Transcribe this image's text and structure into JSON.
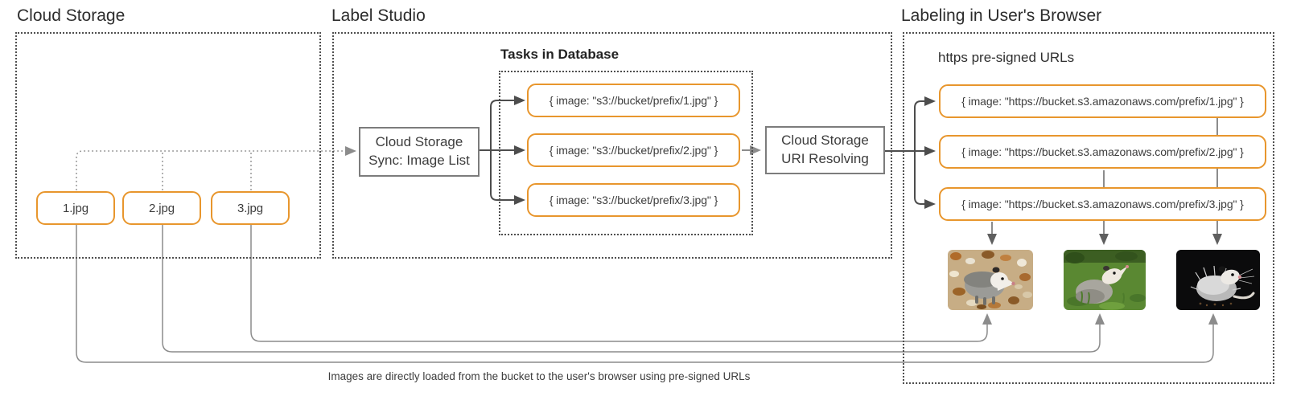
{
  "sections": {
    "cloud_storage": {
      "title": "Cloud Storage",
      "files": [
        "1.jpg",
        "2.jpg",
        "3.jpg"
      ]
    },
    "label_studio": {
      "title": "Label Studio",
      "sync_box": {
        "line1": "Cloud Storage",
        "line2": "Sync: Image List"
      },
      "tasks": {
        "title": "Tasks in Database",
        "items": [
          "{ image: \"s3://bucket/prefix/1.jpg\" }",
          "{ image: \"s3://bucket/prefix/2.jpg\" }",
          "{ image: \"s3://bucket/prefix/3.jpg\" }"
        ]
      },
      "uri_box": {
        "line1": "Cloud Storage",
        "line2": "URI Resolving"
      }
    },
    "browser": {
      "title": "Labeling in User's Browser",
      "urls_label": "https pre-signed URLs",
      "urls": [
        "{ image: \"https://bucket.s3.amazonaws.com/prefix/1.jpg\" }",
        "{ image: \"https://bucket.s3.amazonaws.com/prefix/2.jpg\" }",
        "{ image: \"https://bucket.s3.amazonaws.com/prefix/3.jpg\" }"
      ],
      "images": [
        {
          "name": "opossum-photo-autumn-leaves"
        },
        {
          "name": "opossum-photo-green-grass"
        },
        {
          "name": "opossum-photo-black-background"
        }
      ]
    }
  },
  "caption": "Images are directly loaded from the bucket to the user's browser using pre-signed URLs",
  "colors": {
    "accent_orange": "#e8962d",
    "box_border_gray": "#7c7c7c",
    "flow_arrow_dark": "#4d4d4d",
    "link_gray": "#8c8c8c",
    "dotted_border": "#4f4f4f",
    "text": "#3d3d3d"
  }
}
